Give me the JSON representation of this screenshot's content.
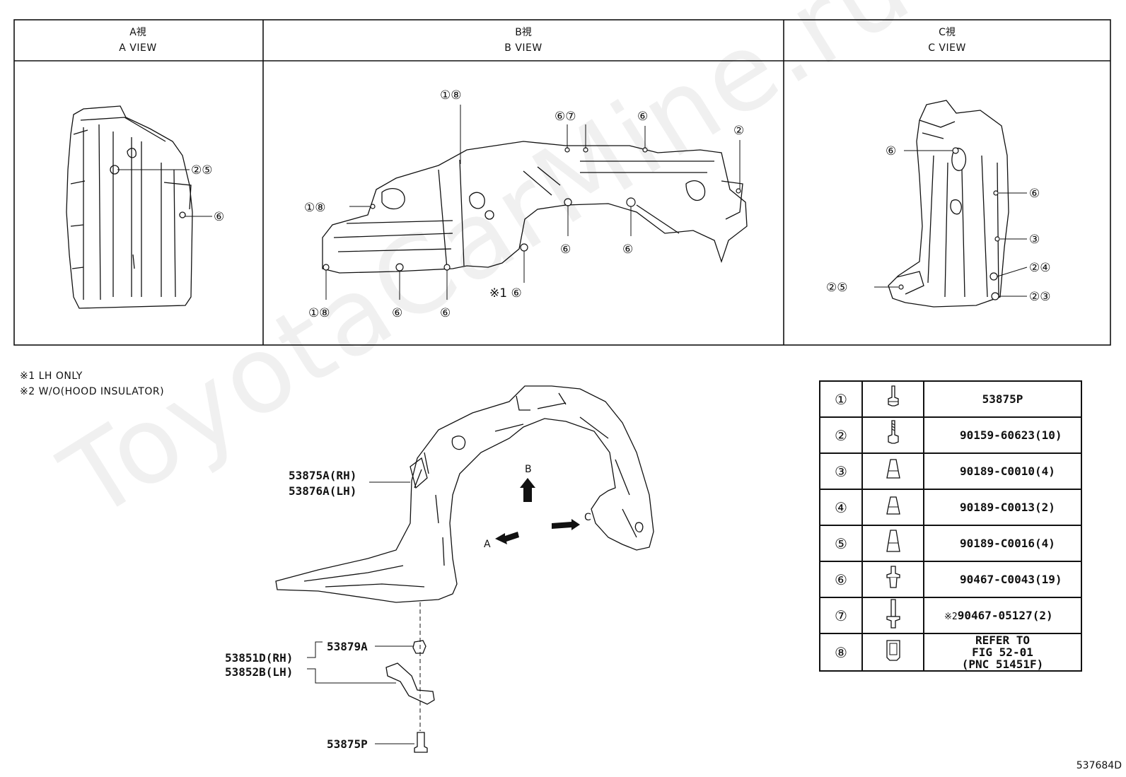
{
  "views": [
    {
      "title_cn": "A視",
      "title_en": "A VIEW"
    },
    {
      "title_cn": "B視",
      "title_en": "B VIEW"
    },
    {
      "title_cn": "C視",
      "title_en": "C VIEW"
    }
  ],
  "callouts": {
    "a": [
      {
        "text": "②⑤"
      },
      {
        "text": "⑥"
      }
    ],
    "b": [
      {
        "text": "①⑧"
      },
      {
        "text": "⑥⑦"
      },
      {
        "text": "⑥"
      },
      {
        "text": "②"
      },
      {
        "text": "①⑧"
      },
      {
        "text": "⑥"
      },
      {
        "text": "⑥"
      },
      {
        "text": "①⑧"
      },
      {
        "text": "⑥"
      },
      {
        "text": "⑥"
      },
      {
        "text": "※1 ⑥"
      }
    ],
    "c": [
      {
        "text": "⑥"
      },
      {
        "text": "⑥"
      },
      {
        "text": "③"
      },
      {
        "text": "②④"
      },
      {
        "text": "②⑤"
      },
      {
        "text": "②③"
      }
    ]
  },
  "notes": [
    "※1 LH ONLY",
    "※2 W/O(HOOD INSULATOR)"
  ],
  "main_labels": {
    "liner_rh": "53875A(RH)",
    "liner_lh": "53876A(LH)",
    "nut": "53879A",
    "bracket_rh": "53851D(RH)",
    "bracket_lh": "53852B(LH)",
    "screw": "53875P",
    "arrow_a": "A",
    "arrow_b": "B",
    "arrow_c": "C"
  },
  "legend": [
    {
      "num": "①",
      "icon": "hex-bolt-icon",
      "part": "53875P",
      "mark": ""
    },
    {
      "num": "②",
      "icon": "screw-icon",
      "part": "90159-60623(10)",
      "mark": ""
    },
    {
      "num": "③",
      "icon": "clip-nut-icon",
      "part": "90189-C0010(4)",
      "mark": ""
    },
    {
      "num": "④",
      "icon": "clip-nut-icon",
      "part": "90189-C0013(2)",
      "mark": ""
    },
    {
      "num": "⑤",
      "icon": "clip-nut-icon",
      "part": "90189-C0016(4)",
      "mark": ""
    },
    {
      "num": "⑥",
      "icon": "push-clip-icon",
      "part": "90467-C0043(19)",
      "mark": ""
    },
    {
      "num": "⑦",
      "icon": "pin-clip-icon",
      "part": "90467-05127(2)",
      "mark": "※2"
    },
    {
      "num": "⑧",
      "icon": "u-nut-icon",
      "part_lines": [
        "REFER TO",
        "FIG 52-01",
        "(PNC 51451F)"
      ],
      "mark": ""
    }
  ],
  "watermark": "ToyotaCarMine.ru",
  "figure_id": "537684D"
}
